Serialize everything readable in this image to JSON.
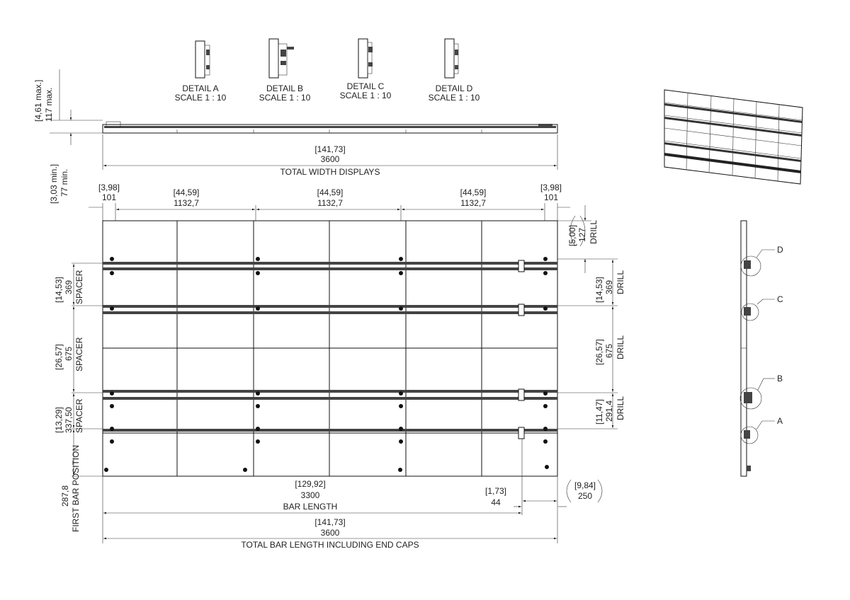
{
  "details": [
    {
      "name": "DETAIL A",
      "scale": "SCALE 1 : 10"
    },
    {
      "name": "DETAIL B",
      "scale": "SCALE 1 : 10"
    },
    {
      "name": "DETAIL C",
      "scale": "SCALE 1 : 10"
    },
    {
      "name": "DETAIL D",
      "scale": "SCALE 1 : 10"
    }
  ],
  "top_view": {
    "max_depth_in": "[4,61 max.]",
    "max_depth_mm": "117 max.",
    "min_depth_in": "[3,03 min.]",
    "min_depth_mm": "77 min.",
    "width_in": "[141,73]",
    "width_mm": "3600",
    "width_label": "TOTAL WIDTH DISPLAYS"
  },
  "spacing": {
    "edge_left_in": "[3,98]",
    "edge_left_mm": "101",
    "gap1_in": "[44,59]",
    "gap1_mm": "1132,7",
    "gap2_in": "[44,59]",
    "gap2_mm": "1132,7",
    "gap3_in": "[44,59]",
    "gap3_mm": "1132,7",
    "edge_right_in": "[3,98]",
    "edge_right_mm": "101"
  },
  "left_dims": {
    "s1_in": "[14,53]",
    "s1_mm": "369",
    "s1_label": "SPACER",
    "s2_in": "[26,57]",
    "s2_mm": "675",
    "s2_label": "SPACER",
    "s3_in": "[13,29]",
    "s3_mm": "337,50",
    "s3_label": "SPACER",
    "first_mm": "287,8",
    "first_label": "FIRST BAR POSITION"
  },
  "right_dims": {
    "d0_in": "[5,00]",
    "d0_mm": "127",
    "d0_label": "DRILL",
    "d1_in": "[14,53]",
    "d1_mm": "369",
    "d1_label": "DRILL",
    "d2_in": "[26,57]",
    "d2_mm": "675",
    "d2_label": "DRILL",
    "d3_in": "[11,47]",
    "d3_mm": "291,4",
    "d3_label": "DRILL"
  },
  "bottom_dims": {
    "bar_in": "[129,92]",
    "bar_mm": "3300",
    "bar_label": "BAR LENGTH",
    "cap_in": "[1,73]",
    "cap_mm": "44",
    "end_in": "[9,84]",
    "end_mm": "250",
    "total_in": "[141,73]",
    "total_mm": "3600",
    "total_label": "TOTAL BAR LENGTH INCLUDING END CAPS"
  },
  "side_view": {
    "callouts": [
      "D",
      "C",
      "B",
      "A"
    ]
  }
}
